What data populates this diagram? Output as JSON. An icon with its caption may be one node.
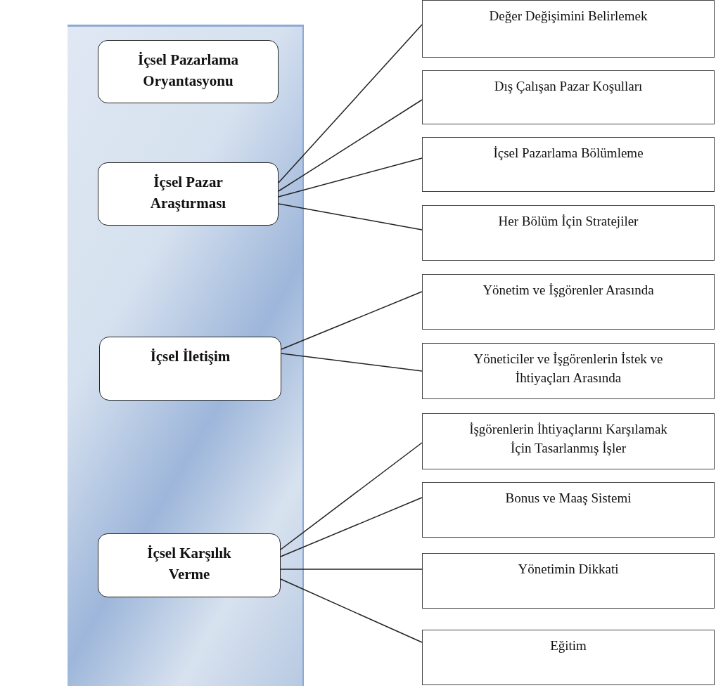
{
  "diagram": {
    "nodes": [
      {
        "text": [],
        "shape": "box"
      },
      {
        "text": [
          "İçsel Pazarlama Oryantasyonu"
        ],
        "in": 0
      },
      {
        "text": [
          "İçsel Pazar Araştırması"
        ],
        "in": 0
      },
      {
        "text": [
          "İçsel İletişim"
        ],
        "in": 0
      },
      {
        "text": [
          "İçsel Karşılık Verme"
        ],
        "in": 0
      },
      {
        "text": [
          "Değer Değişimini Belirlemek"
        ]
      },
      {
        "text": [
          "Dış Çalışan Pazar Koşulları"
        ]
      },
      {
        "text": [
          "İçsel Pazarlama Bölümleme"
        ]
      },
      {
        "text": [
          "Her Bölüm İçin Stratejiler"
        ]
      },
      {
        "text": [
          "Yönetim ve İşgörenler Arasında"
        ]
      },
      {
        "text": [
          "Yöneticiler ve İşgörenlerin İstek ve İhtiyaçları Arasında"
        ]
      },
      {
        "text": [
          "İşgörenlerin İhtiyaçlarını Karşılamak İçin Tasarlanmış İşler"
        ]
      },
      {
        "text": [
          "Bonus ve Maaş Sistemi"
        ]
      },
      {
        "text": [
          "Yönetimin Dikkati"
        ]
      },
      {
        "text": [
          "Eğitim"
        ]
      }
    ],
    "edges": [
      {
        "from": 2,
        "to": 5,
        "arrow": "none"
      },
      {
        "from": 2,
        "to": 6,
        "arrow": "none"
      },
      {
        "from": 2,
        "to": 7,
        "arrow": "none"
      },
      {
        "from": 2,
        "to": 8,
        "arrow": "none"
      },
      {
        "from": 3,
        "to": 9,
        "arrow": "none"
      },
      {
        "from": 3,
        "to": 10,
        "arrow": "none"
      },
      {
        "from": 4,
        "to": 11,
        "arrow": "none"
      },
      {
        "from": 4,
        "to": 12,
        "arrow": "none"
      },
      {
        "from": 4,
        "to": 13,
        "arrow": "none"
      },
      {
        "from": 4,
        "to": 14,
        "arrow": "none"
      }
    ]
  }
}
